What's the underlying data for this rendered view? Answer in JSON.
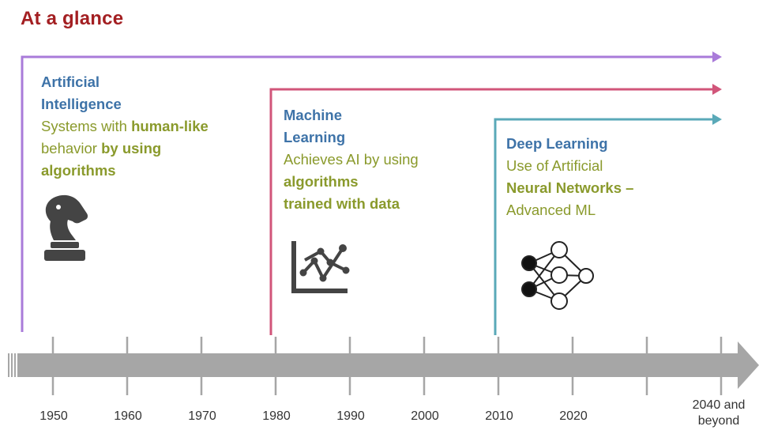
{
  "title": "At a glance",
  "eras": [
    {
      "heading_line1": "Artificial",
      "heading_line2": "Intelligence",
      "desc_part1": "Systems with ",
      "desc_part2": "human-like",
      "desc_part3": "behavior ",
      "desc_part4": "by using",
      "desc_part5": "algorithms",
      "color": "#a97bd9",
      "icon": "chess-knight-icon"
    },
    {
      "heading_line1": "Machine",
      "heading_line2": "Learning",
      "desc_part1": "Achieves AI by using",
      "desc_part2": "algorithms",
      "desc_part3": "trained with data",
      "color": "#d1557a",
      "icon": "scatter-trend-chart-icon"
    },
    {
      "heading_line1": "Deep Learning",
      "desc_part1": "Use of Artificial",
      "desc_part2": "Neural Networks –",
      "desc_part3": "Advanced ML",
      "color": "#5aa9b8",
      "icon": "neural-network-icon"
    }
  ],
  "timeline": {
    "labels": [
      "1950",
      "1960",
      "1970",
      "1980",
      "1990",
      "2000",
      "2010",
      "2020"
    ],
    "end_label_line1": "2040 and",
    "end_label_line2": "beyond",
    "bar_color": "#a6a6a6"
  },
  "colors": {
    "title": "#a31f22",
    "heading": "#3e73a8",
    "body": "#8a9a2c"
  }
}
